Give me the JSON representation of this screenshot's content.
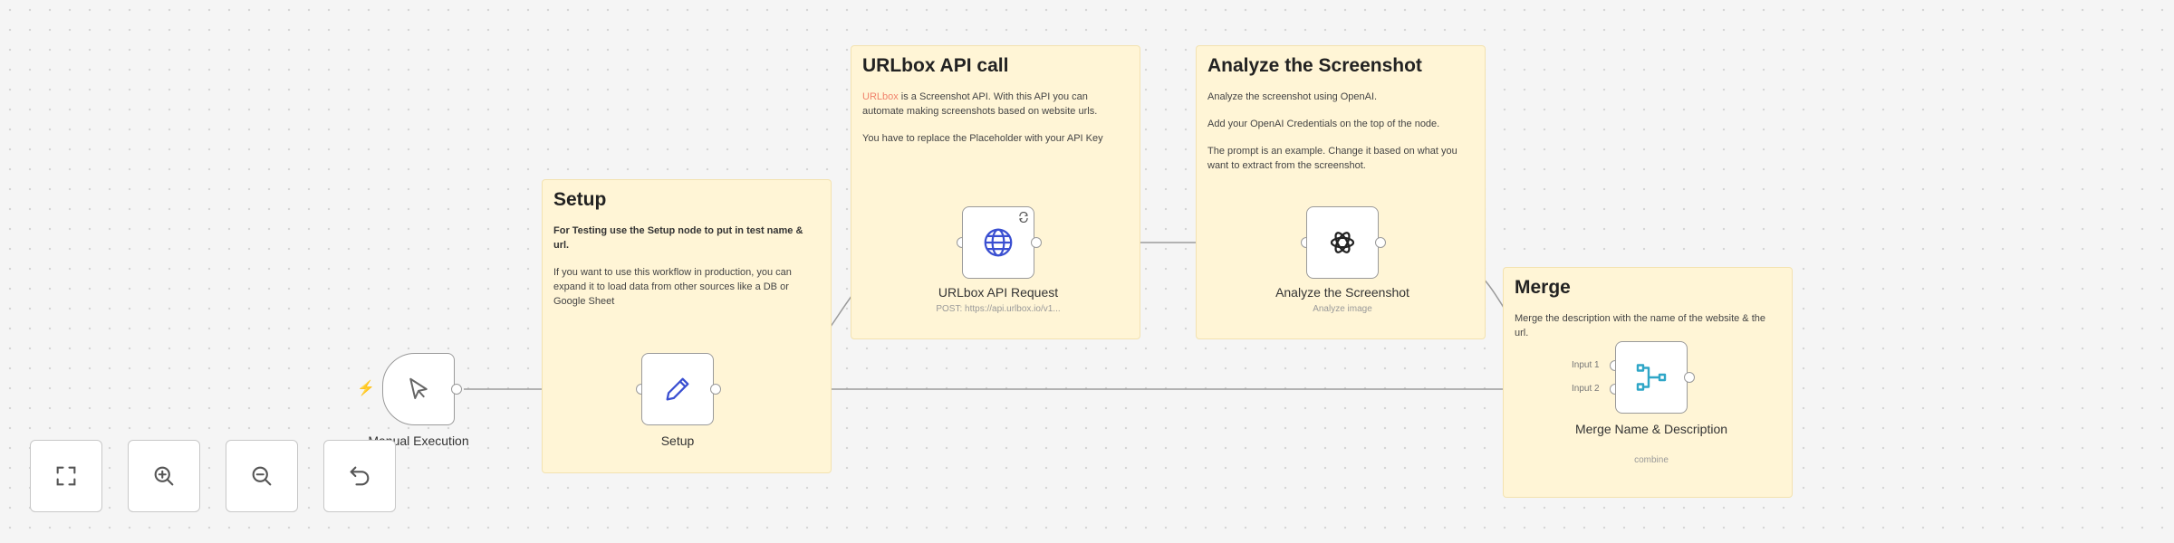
{
  "stickies": {
    "urlbox": {
      "title": "URLbox API call",
      "link": "URLbox",
      "p1_rest": " is a Screenshot API. With this API you can automate making screenshots based on website urls.",
      "p2": "You have to replace the Placeholder with your API Key"
    },
    "analyze": {
      "title": "Analyze the Screenshot",
      "p1": "Analyze the screenshot using OpenAI.",
      "p2": "Add your OpenAI Credentials on the top of the node.",
      "p3": "The prompt is an example. Change it based on what you want to extract from the screenshot."
    },
    "setup": {
      "title": "Setup",
      "p1": "For Testing use the Setup node to put in test name & url.",
      "p2": "If you want to use this workflow in production, you can expand it to load data from other sources like a DB or Google Sheet"
    },
    "merge": {
      "title": "Merge",
      "p1": "Merge the description with the name of the website & the url."
    }
  },
  "nodes": {
    "manual": {
      "label": "Manual Execution",
      "icon": "cursor-icon"
    },
    "setup": {
      "label": "Setup",
      "icon": "pencil-icon"
    },
    "urlbox": {
      "label": "URLbox API Request",
      "sub": "POST: https://api.urlbox.io/v1...",
      "icon": "globe-icon"
    },
    "analyze": {
      "label": "Analyze the Screenshot",
      "sub": "Analyze image",
      "icon": "openai-icon"
    },
    "merge": {
      "label": "Merge Name & Description",
      "sub": "combine",
      "icon": "merge-icon",
      "input1": "Input 1",
      "input2": "Input 2"
    }
  },
  "colors": {
    "sticky_bg": "#fff5d6",
    "accent": "#f0826b",
    "globe": "#3a4fd1",
    "merge": "#2fa6c7"
  },
  "controls": [
    "fit-view",
    "zoom-in",
    "zoom-out",
    "undo"
  ]
}
